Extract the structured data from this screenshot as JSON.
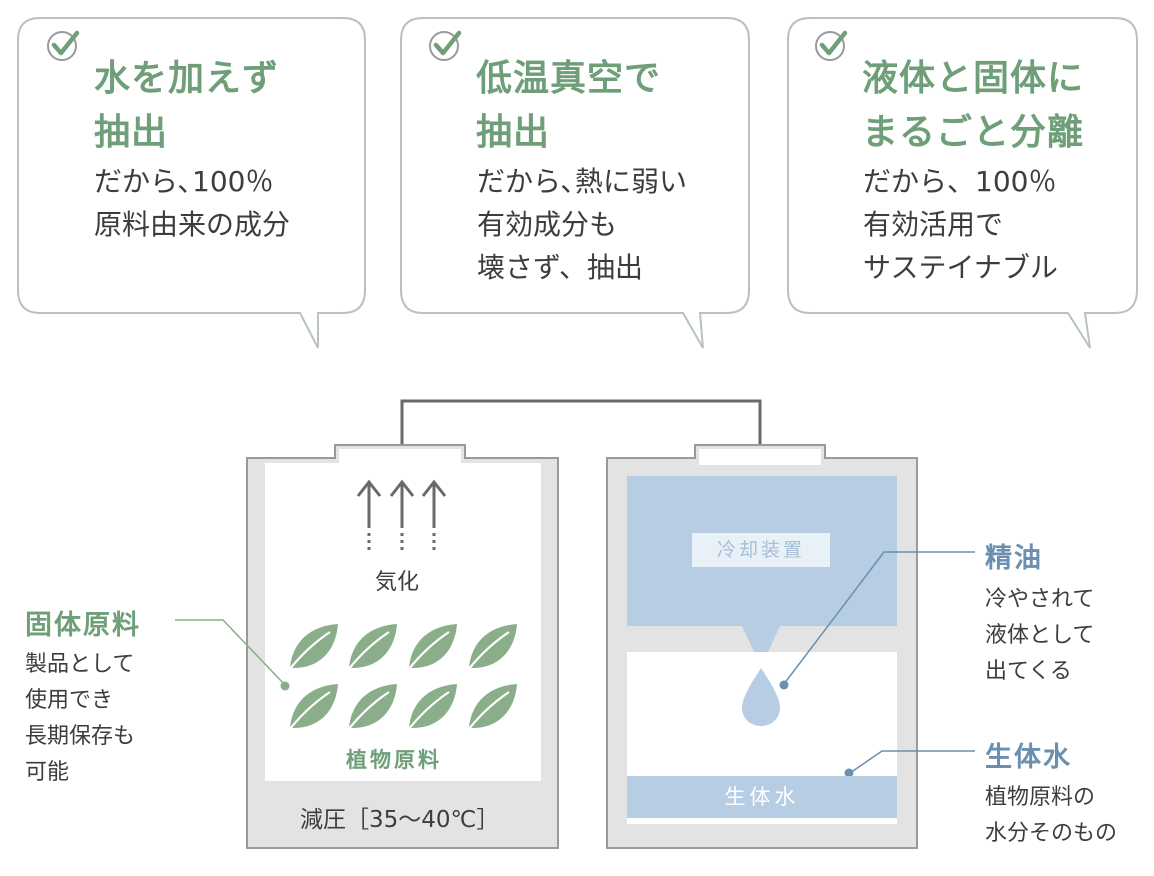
{
  "bubbles": [
    {
      "heading": "水を加えず\n抽出",
      "body": "だから､100％\n原料由来の成分"
    },
    {
      "heading": "低温真空で\n抽出",
      "body": "だから､熱に弱い\n有効成分も\n壊さず、抽出"
    },
    {
      "heading": "液体と固体に\nまるごと分離",
      "body": "だから、100％\n有効活用で\nサステイナブル"
    }
  ],
  "left_tank": {
    "vapor_label": "気化",
    "plant_label": "植物原料",
    "pressure_label": "減圧［35～40℃］"
  },
  "right_tank": {
    "cooler_label": "冷却装置",
    "water_label": "生体水"
  },
  "callouts": {
    "solid": {
      "title": "固体原料",
      "desc": "製品として\n使用でき\n長期保存も\n可能"
    },
    "oil": {
      "title": "精油",
      "desc": "冷やされて\n液体として\n出てくる"
    },
    "water": {
      "title": "生体水",
      "desc": "植物原料の\n水分そのもの"
    }
  },
  "colors": {
    "green": "#6e9f78",
    "blue": "#6a8fb0",
    "tank_gray": "#e3e3e3",
    "light_blue": "#b7cde4"
  }
}
